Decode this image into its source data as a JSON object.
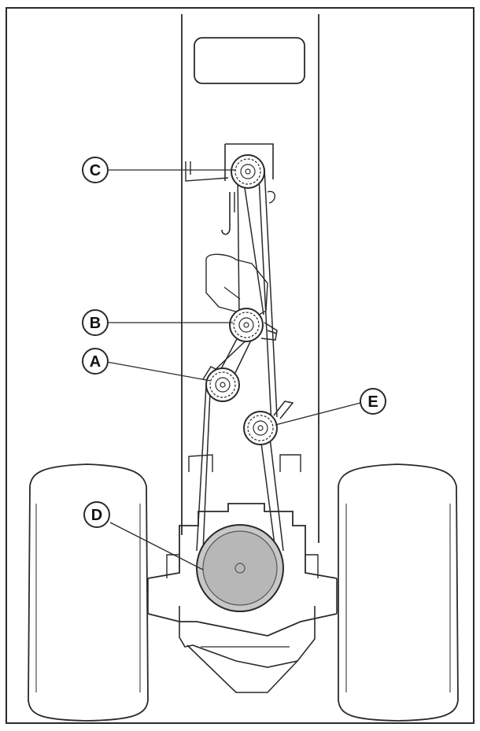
{
  "diagram": {
    "callouts": [
      {
        "id": "A",
        "label": "A"
      },
      {
        "id": "B",
        "label": "B"
      },
      {
        "id": "C",
        "label": "C"
      },
      {
        "id": "D",
        "label": "D"
      },
      {
        "id": "E",
        "label": "E"
      }
    ]
  },
  "colors": {
    "line": "#2a2a2a",
    "drive_pulley": "#b7b7b7",
    "background": "#ffffff"
  }
}
